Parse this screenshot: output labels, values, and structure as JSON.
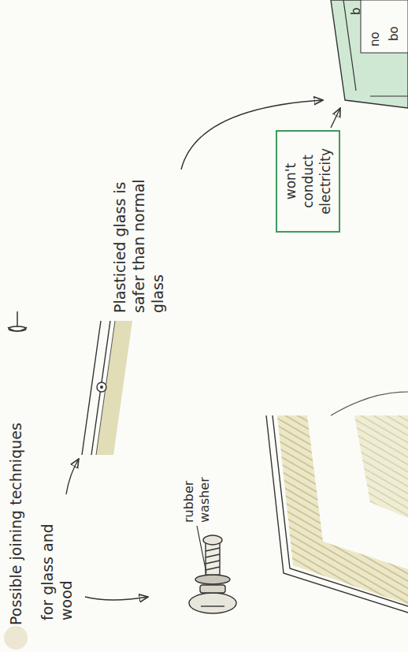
{
  "diagram": {
    "nodes": [
      {
        "text": [
          "won't conduct electricity"
        ]
      }
    ],
    "labels": [
      "Possible joining techniques",
      "for glass and wood",
      "rubber washer",
      "Plasticied glass is safer than normal glass",
      "no",
      "bo",
      "b"
    ]
  }
}
